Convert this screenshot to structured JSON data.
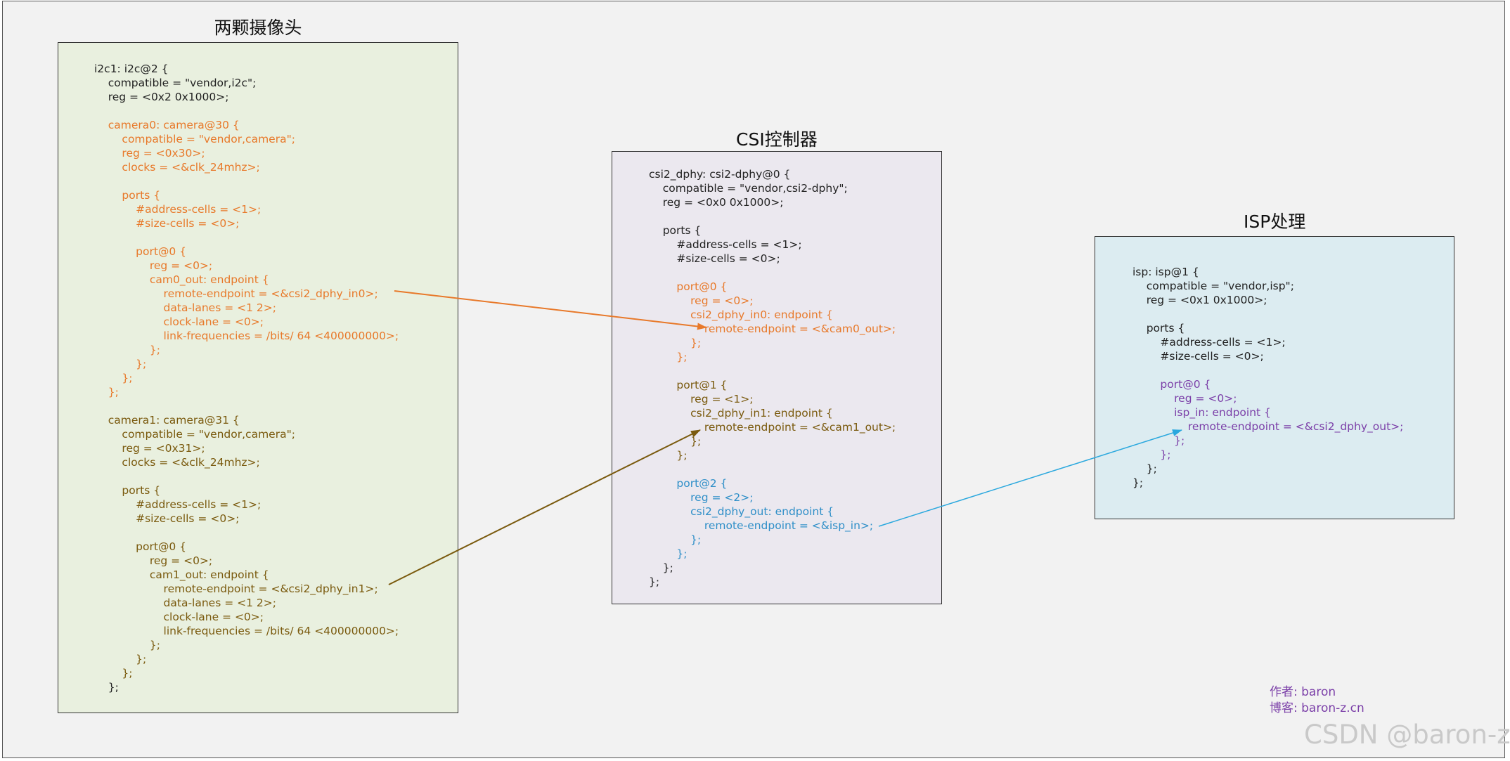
{
  "panels": {
    "camera": {
      "title": "两颗摄像头",
      "bg": "#e9f0df",
      "lines": [
        {
          "t": "i2c1: i2c@2 {",
          "c": "#222222"
        },
        {
          "t": "    compatible = \"vendor,i2c\";",
          "c": "#222222"
        },
        {
          "t": "    reg = <0x2 0x1000>;",
          "c": "#222222"
        },
        {
          "t": "",
          "c": "#222222"
        },
        {
          "t": "    camera0: camera@30 {",
          "c": "#e8792a"
        },
        {
          "t": "        compatible = \"vendor,camera\";",
          "c": "#e8792a"
        },
        {
          "t": "        reg = <0x30>;",
          "c": "#e8792a"
        },
        {
          "t": "        clocks = <&clk_24mhz>;",
          "c": "#e8792a"
        },
        {
          "t": "",
          "c": "#e8792a"
        },
        {
          "t": "        ports {",
          "c": "#e8792a"
        },
        {
          "t": "            #address-cells = <1>;",
          "c": "#e8792a"
        },
        {
          "t": "            #size-cells = <0>;",
          "c": "#e8792a"
        },
        {
          "t": "",
          "c": "#e8792a"
        },
        {
          "t": "            port@0 {",
          "c": "#e8792a"
        },
        {
          "t": "                reg = <0>;",
          "c": "#e8792a"
        },
        {
          "t": "                cam0_out: endpoint {",
          "c": "#e8792a"
        },
        {
          "t": "                    remote-endpoint = <&csi2_dphy_in0>;",
          "c": "#e8792a"
        },
        {
          "t": "                    data-lanes = <1 2>;",
          "c": "#e8792a"
        },
        {
          "t": "                    clock-lane = <0>;",
          "c": "#e8792a"
        },
        {
          "t": "                    link-frequencies = /bits/ 64 <400000000>;",
          "c": "#e8792a"
        },
        {
          "t": "                };",
          "c": "#e8792a"
        },
        {
          "t": "            };",
          "c": "#e8792a"
        },
        {
          "t": "        };",
          "c": "#e8792a"
        },
        {
          "t": "    };",
          "c": "#e8792a"
        },
        {
          "t": "",
          "c": "#222222"
        },
        {
          "t": "    camera1: camera@31 {",
          "c": "#7a5a0e"
        },
        {
          "t": "        compatible = \"vendor,camera\";",
          "c": "#7a5a0e"
        },
        {
          "t": "        reg = <0x31>;",
          "c": "#7a5a0e"
        },
        {
          "t": "        clocks = <&clk_24mhz>;",
          "c": "#7a5a0e"
        },
        {
          "t": "",
          "c": "#7a5a0e"
        },
        {
          "t": "        ports {",
          "c": "#7a5a0e"
        },
        {
          "t": "            #address-cells = <1>;",
          "c": "#7a5a0e"
        },
        {
          "t": "            #size-cells = <0>;",
          "c": "#7a5a0e"
        },
        {
          "t": "",
          "c": "#7a5a0e"
        },
        {
          "t": "            port@0 {",
          "c": "#7a5a0e"
        },
        {
          "t": "                reg = <0>;",
          "c": "#7a5a0e"
        },
        {
          "t": "                cam1_out: endpoint {",
          "c": "#7a5a0e"
        },
        {
          "t": "                    remote-endpoint = <&csi2_dphy_in1>;",
          "c": "#7a5a0e"
        },
        {
          "t": "                    data-lanes = <1 2>;",
          "c": "#7a5a0e"
        },
        {
          "t": "                    clock-lane = <0>;",
          "c": "#7a5a0e"
        },
        {
          "t": "                    link-frequencies = /bits/ 64 <400000000>;",
          "c": "#7a5a0e"
        },
        {
          "t": "                };",
          "c": "#7a5a0e"
        },
        {
          "t": "            };",
          "c": "#7a5a0e"
        },
        {
          "t": "        };",
          "c": "#7a5a0e"
        },
        {
          "t": "    };",
          "c": "#222222"
        }
      ]
    },
    "csi": {
      "title": "CSI控制器",
      "bg": "#ebe8ef",
      "lines": [
        {
          "t": "csi2_dphy: csi2-dphy@0 {",
          "c": "#222222"
        },
        {
          "t": "    compatible = \"vendor,csi2-dphy\";",
          "c": "#222222"
        },
        {
          "t": "    reg = <0x0 0x1000>;",
          "c": "#222222"
        },
        {
          "t": "",
          "c": "#222222"
        },
        {
          "t": "    ports {",
          "c": "#222222"
        },
        {
          "t": "        #address-cells = <1>;",
          "c": "#222222"
        },
        {
          "t": "        #size-cells = <0>;",
          "c": "#222222"
        },
        {
          "t": "",
          "c": "#222222"
        },
        {
          "t": "        port@0 {",
          "c": "#e8792a"
        },
        {
          "t": "            reg = <0>;",
          "c": "#e8792a"
        },
        {
          "t": "            csi2_dphy_in0: endpoint {",
          "c": "#e8792a"
        },
        {
          "t": "                remote-endpoint = <&cam0_out>;",
          "c": "#e8792a"
        },
        {
          "t": "            };",
          "c": "#e8792a"
        },
        {
          "t": "        };",
          "c": "#e8792a"
        },
        {
          "t": "",
          "c": "#222222"
        },
        {
          "t": "        port@1 {",
          "c": "#7a5a0e"
        },
        {
          "t": "            reg = <1>;",
          "c": "#7a5a0e"
        },
        {
          "t": "            csi2_dphy_in1: endpoint {",
          "c": "#7a5a0e"
        },
        {
          "t": "                remote-endpoint = <&cam1_out>;",
          "c": "#7a5a0e"
        },
        {
          "t": "            };",
          "c": "#7a5a0e"
        },
        {
          "t": "        };",
          "c": "#7a5a0e"
        },
        {
          "t": "",
          "c": "#222222"
        },
        {
          "t": "        port@2 {",
          "c": "#2f8fc8"
        },
        {
          "t": "            reg = <2>;",
          "c": "#2f8fc8"
        },
        {
          "t": "            csi2_dphy_out: endpoint {",
          "c": "#2f8fc8"
        },
        {
          "t": "                remote-endpoint = <&isp_in>;",
          "c": "#2f8fc8"
        },
        {
          "t": "            };",
          "c": "#2f8fc8"
        },
        {
          "t": "        };",
          "c": "#2f8fc8"
        },
        {
          "t": "    };",
          "c": "#222222"
        },
        {
          "t": "};",
          "c": "#222222"
        }
      ]
    },
    "isp": {
      "title": "ISP处理",
      "bg": "#dcecf1",
      "lines": [
        {
          "t": "isp: isp@1 {",
          "c": "#222222"
        },
        {
          "t": "    compatible = \"vendor,isp\";",
          "c": "#222222"
        },
        {
          "t": "    reg = <0x1 0x1000>;",
          "c": "#222222"
        },
        {
          "t": "",
          "c": "#222222"
        },
        {
          "t": "    ports {",
          "c": "#222222"
        },
        {
          "t": "        #address-cells = <1>;",
          "c": "#222222"
        },
        {
          "t": "        #size-cells = <0>;",
          "c": "#222222"
        },
        {
          "t": "",
          "c": "#222222"
        },
        {
          "t": "        port@0 {",
          "c": "#7b3fa8"
        },
        {
          "t": "            reg = <0>;",
          "c": "#7b3fa8"
        },
        {
          "t": "            isp_in: endpoint {",
          "c": "#7b3fa8"
        },
        {
          "t": "                remote-endpoint = <&csi2_dphy_out>;",
          "c": "#7b3fa8"
        },
        {
          "t": "            };",
          "c": "#7b3fa8"
        },
        {
          "t": "        };",
          "c": "#7b3fa8"
        },
        {
          "t": "    };",
          "c": "#222222"
        },
        {
          "t": "};",
          "c": "#222222"
        }
      ]
    }
  },
  "connectors": [
    {
      "id": "cam0-to-csi-in0",
      "color": "#e8792a"
    },
    {
      "id": "cam1-to-csi-in1",
      "color": "#7a5a0e"
    },
    {
      "id": "csi-out-to-isp-in",
      "color": "#2aa8de"
    }
  ],
  "author": {
    "author_line": "作者: baron",
    "blog_line": "博客: baron-z.cn"
  },
  "watermark": "CSDN @baron-z"
}
